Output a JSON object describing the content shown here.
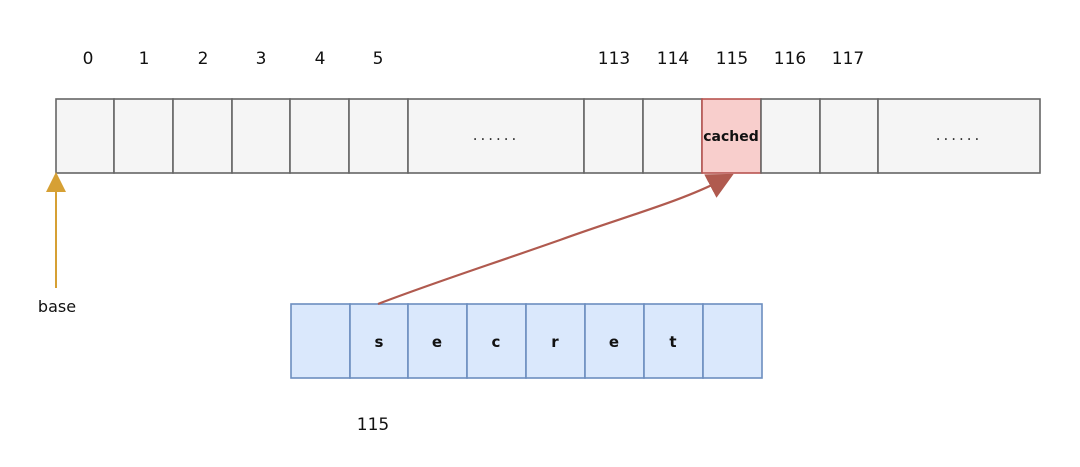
{
  "top_indices": [
    "0",
    "1",
    "2",
    "3",
    "4",
    "5",
    "113",
    "114",
    "115",
    "116",
    "117"
  ],
  "memory_row": {
    "ellipsis_left": "......",
    "ellipsis_right": "......",
    "cached_label": "cached"
  },
  "secret_chars": [
    "s",
    "e",
    "c",
    "r",
    "e",
    "t"
  ],
  "base_label": "base",
  "bottom_index": "115",
  "colors": {
    "cell_fill": "#f5f5f5",
    "cell_stroke": "#666666",
    "cached_fill": "#f8cecc",
    "cached_stroke": "#b85450",
    "secret_fill": "#dae8fc",
    "secret_stroke": "#6c8ebf",
    "base_arrow": "#d6a034",
    "secret_arrow": "#b05a4f"
  }
}
